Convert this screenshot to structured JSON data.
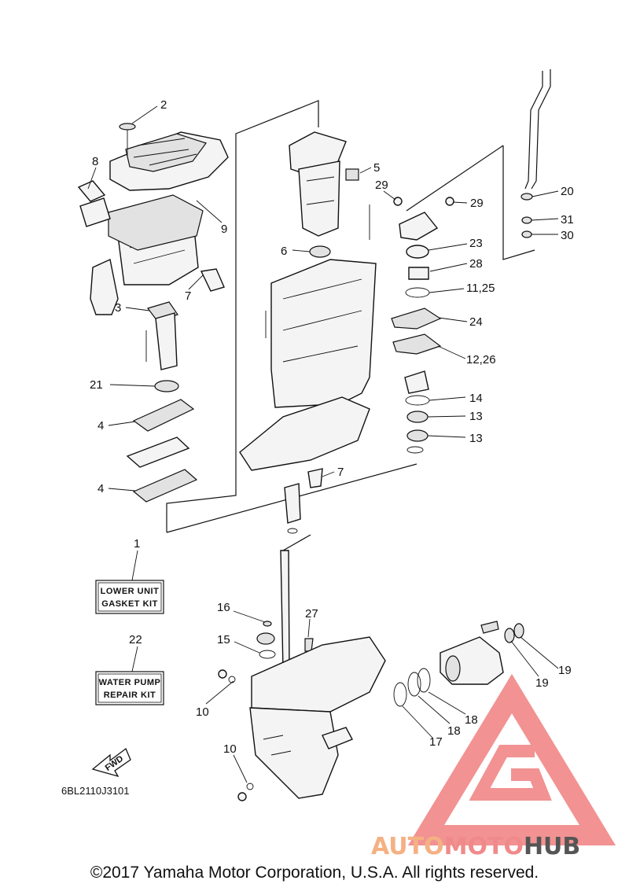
{
  "kits": {
    "lower_unit": {
      "number": "1",
      "line1": "LOWER UNIT",
      "line2": "GASKET KIT"
    },
    "water_pump": {
      "number": "22",
      "line1": "WATER PUMP",
      "line2": "REPAIR KIT"
    }
  },
  "callouts": {
    "c2": "2",
    "c8": "8",
    "c9": "9",
    "c3": "3",
    "c7a": "7",
    "c21": "21",
    "c4a": "4",
    "c4b": "4",
    "c5": "5",
    "c6": "6",
    "c29a": "29",
    "c29b": "29",
    "c20": "20",
    "c31": "31",
    "c30": "30",
    "c23": "23",
    "c28": "28",
    "c1125": "11,25",
    "c24": "24",
    "c1226": "12,26",
    "c14": "14",
    "c13a": "13",
    "c13b": "13",
    "c7b": "7",
    "c16": "16",
    "c27": "27",
    "c15": "15",
    "c10a": "10",
    "c10b": "10",
    "c19a": "19",
    "c19b": "19",
    "c17": "17",
    "c18a": "18",
    "c18b": "18"
  },
  "fwd_label": "FWD",
  "diagram_code": "6BL2110J3101",
  "watermark": {
    "part1": "AUTO",
    "part2": "MOTO",
    "part3": "HUB",
    "color1": "#f4b183",
    "color2": "#f08a8a",
    "color3": "#555555",
    "triangle_color": "#f07f7f"
  },
  "copyright": "©2017 Yamaha Motor Corporation, U.S.A. All rights reserved."
}
